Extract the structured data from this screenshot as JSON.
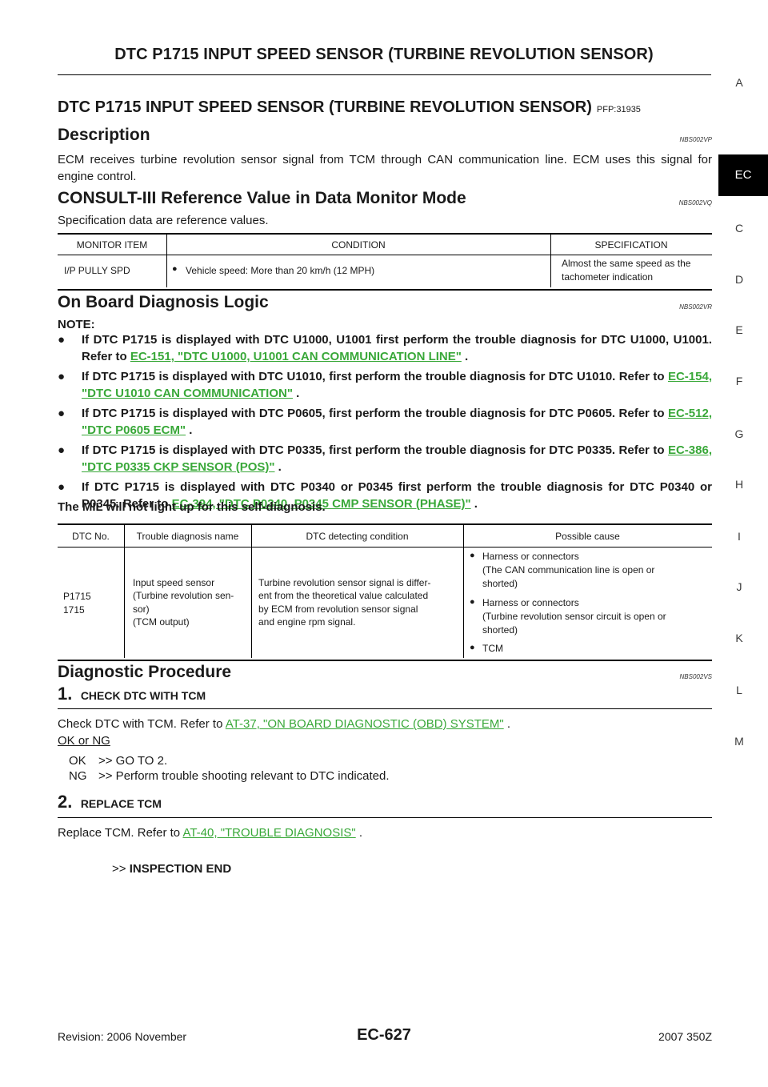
{
  "header": {
    "title": "DTC P1715 INPUT SPEED SENSOR (TURBINE REVOLUTION SENSOR)"
  },
  "side_tabs": [
    "A",
    "EC",
    "C",
    "D",
    "E",
    "F",
    "G",
    "H",
    "I",
    "J",
    "K",
    "L",
    "M"
  ],
  "section_main": {
    "title": "DTC P1715 INPUT SPEED SENSOR (TURBINE REVOLUTION SENSOR)",
    "pfp": "PFP:31935"
  },
  "description": {
    "title": "Description",
    "code": "NBS002VP",
    "text": "ECM receives turbine revolution sensor signal from TCM through CAN communication line. ECM uses this signal for engine control."
  },
  "consult": {
    "title": "CONSULT-III Reference Value in Data Monitor Mode",
    "code": "NBS002VQ",
    "note": "Specification data are reference values.",
    "headers": [
      "MONITOR ITEM",
      "CONDITION",
      "SPECIFICATION"
    ],
    "row": {
      "item": "I/P PULLY SPD",
      "condition": "Vehicle speed: More than 20 km/h (12 MPH)",
      "spec_line1": "Almost the same speed as the",
      "spec_line2": "tachometer indication"
    }
  },
  "obd": {
    "title": "On Board Diagnosis Logic",
    "code": "NBS002VR",
    "note_label": "NOTE:",
    "items": [
      {
        "pre": "If DTC P1715 is displayed with DTC U1000, U1001 first perform the trouble diagnosis for DTC U1000, U1001. Refer to ",
        "link": "EC-151, \"DTC U1000, U1001 CAN COMMUNICATION LINE\"",
        "post": " ."
      },
      {
        "pre": "If DTC P1715 is displayed with DTC U1010, first perform the trouble diagnosis for DTC U1010. Refer to ",
        "link": "EC-154, \"DTC U1010 CAN COMMUNICATION\"",
        "post": " ."
      },
      {
        "pre": "If DTC P1715 is displayed with DTC P0605, first perform the trouble diagnosis for DTC P0605. Refer to ",
        "link": "EC-512, \"DTC P0605 ECM\"",
        "post": " ."
      },
      {
        "pre": "If DTC P1715 is displayed with DTC P0335, first perform the trouble diagnosis for DTC P0335. Refer to ",
        "link": "EC-386, \"DTC P0335 CKP SENSOR (POS)\"",
        "post": " ."
      },
      {
        "pre": "If DTC P1715 is displayed with DTC P0340 or P0345 first perform the trouble diagnosis for DTC P0340 or P0345. Refer to ",
        "link": "EC-394, \"DTC P0340, P0345 CMP SENSOR (PHASE)\"",
        "post": " ."
      }
    ],
    "mil_note": "The MIL will not light up for this self-diagnosis."
  },
  "dtc_table": {
    "headers": [
      "DTC No.",
      "Trouble diagnosis name",
      "DTC detecting condition",
      "Possible cause"
    ],
    "dtc_no_1": "P1715",
    "dtc_no_2": "1715",
    "name_lines": [
      "Input speed sensor",
      "(Turbine revolution sen-",
      "sor)",
      "(TCM output)"
    ],
    "condition_lines": [
      "Turbine revolution sensor signal is differ-",
      "ent from the theoretical value calculated",
      "by ECM from revolution sensor signal",
      "and engine rpm signal."
    ],
    "causes": [
      {
        "l1": "Harness or connectors",
        "l2": "(The CAN communication line is open or",
        "l3": "shorted)"
      },
      {
        "l1": "Harness or connectors",
        "l2": "(Turbine revolution sensor circuit is open or",
        "l3": "shorted)"
      },
      {
        "l1": "TCM",
        "l2": "",
        "l3": ""
      }
    ]
  },
  "procedure": {
    "title": "Diagnostic Procedure",
    "code": "NBS002VS",
    "step1": {
      "num": "1.",
      "title": "CHECK DTC WITH TCM",
      "text_pre": "Check DTC with TCM. Refer to ",
      "link": "AT-37, \"ON BOARD DIAGNOSTIC (OBD) SYSTEM\"",
      "text_post": " .",
      "ok_ng": "OK or NG",
      "ok_label": "OK",
      "ok_text": ">> GO TO 2.",
      "ng_label": "NG",
      "ng_text": ">> Perform trouble shooting relevant to DTC indicated."
    },
    "step2": {
      "num": "2.",
      "title": "REPLACE TCM",
      "text_pre": "Replace TCM. Refer to ",
      "link": "AT-40, \"TROUBLE DIAGNOSIS\"",
      "text_post": " .",
      "end_arrow": ">>",
      "end_text": "INSPECTION END"
    }
  },
  "footer": {
    "revision": "Revision: 2006 November",
    "page": "EC-627",
    "model": "2007 350Z"
  }
}
